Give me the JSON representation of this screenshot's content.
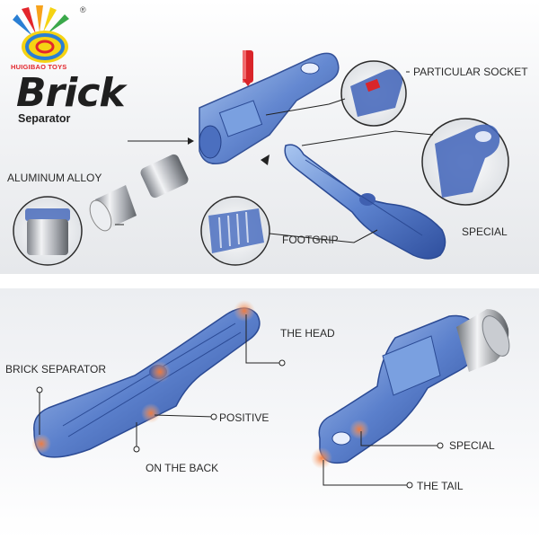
{
  "brand": {
    "logo_text": "HUIGIBAO TOYS",
    "registered": "®"
  },
  "title": "Brick",
  "subtitle": "Separator",
  "top_labels": {
    "particular_socket": "PARTICULAR SOCKET",
    "aluminum_alloy": "ALUMINUM ALLOY",
    "footgrip": "FOOTGRIP",
    "special": "SPECIAL"
  },
  "bottom_labels": {
    "the_head": "THE HEAD",
    "brick_separator": "BRICK SEPARATOR",
    "positive": "POSITIVE",
    "on_the_back": "ON THE BACK",
    "special": "SPECIAL",
    "the_tail": "THE TAIL"
  },
  "colors": {
    "tool_blue": "#3f63b8",
    "tool_blue_light": "#8fb2e8",
    "metal": "#b9bcc2",
    "pin_red": "#d9252a",
    "highlight_orange": "#f08a4b",
    "text": "#2a2a2a"
  }
}
